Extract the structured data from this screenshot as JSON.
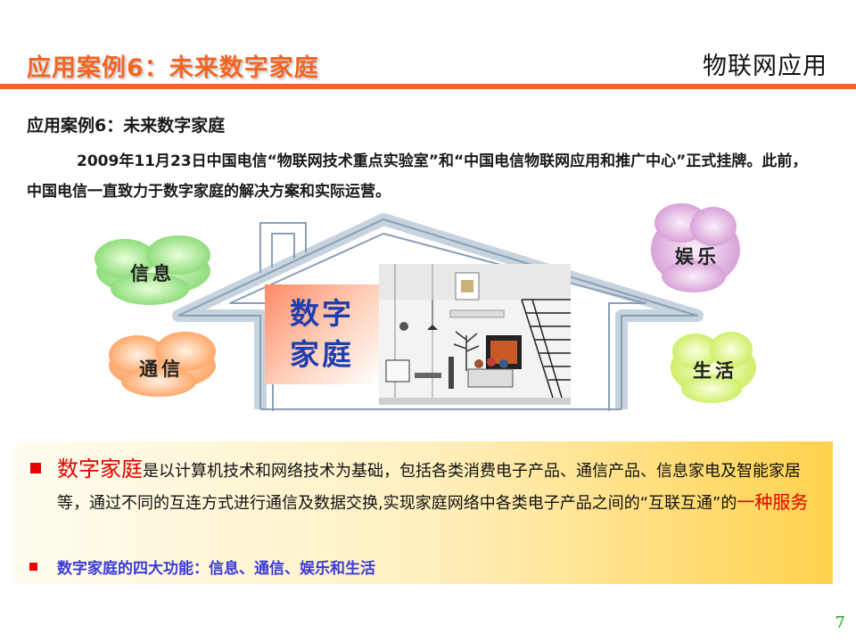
{
  "header": {
    "title": "应用案例6：未来数字家庭",
    "brand": "物联网应用"
  },
  "body": {
    "subtitle": "应用案例6：未来数字家庭",
    "intro": "2009年11月23日中国电信“物联网技术重点实验室”和“中国电信物联网应用和推广中心”正式挂牌。此前，中国电信一直致力于数字家庭的解决方案和实际运营。"
  },
  "diagram": {
    "core_line1": "数字",
    "core_line2": "家庭",
    "clouds": {
      "info": "信息",
      "comm": "通信",
      "ent": "娱乐",
      "life": "生活"
    }
  },
  "panel": {
    "term": "数字家庭",
    "text_a": "是以计算机技术和网络技术为基础，包括各类消费电子产品、通信产品、信息家电及智能家居等，通过不同的互连方式进行通信及数据交换,实现家庭网络中各类电子产品之间的“互联互通”的",
    "emphasis": "一种服务",
    "functions": "数字家庭的四大功能：信息、通信、娱乐和生活"
  },
  "footer": {
    "page_number": "7"
  },
  "colors": {
    "accent": "#f26522",
    "emphasis_red": "#e60000",
    "core_text": "#1f3fae",
    "function_text": "#3b3bd8",
    "cloud_info": "#9fe08a",
    "cloud_comm": "#ffb07a",
    "cloud_ent": "#e0a8e0",
    "cloud_life": "#d4f27a"
  }
}
